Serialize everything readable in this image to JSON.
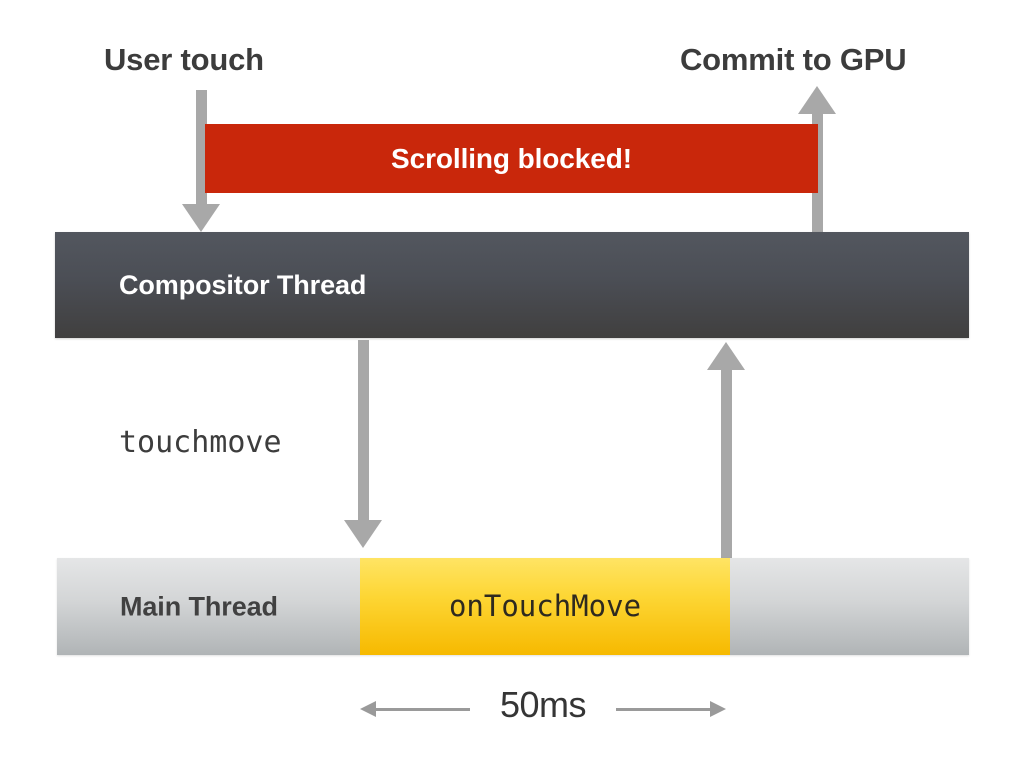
{
  "diagram": {
    "title_labels": {
      "user_touch": "User touch",
      "commit_to_gpu": "Commit to GPU"
    },
    "blocked_bar": {
      "label": "Scrolling blocked!",
      "color": "#c9270b",
      "text_color": "#ffffff"
    },
    "compositor_thread": {
      "label": "Compositor Thread",
      "color_top": "#53575f",
      "color_bottom": "#403f3f",
      "text_color": "#ffffff"
    },
    "event_label": "touchmove",
    "main_thread": {
      "label": "Main Thread",
      "color_top": "#e5e6e7",
      "color_bottom": "#b0b4b6",
      "text_color": "#414141",
      "task": {
        "label": "onTouchMove",
        "color_top": "#ffe464",
        "color_bottom": "#f6b900",
        "text_color": "#2e2a1f"
      }
    },
    "duration": {
      "label": "50ms",
      "value": 50,
      "unit": "ms"
    },
    "arrow_color": "#a8a8a8",
    "measure_color": "#9a9a9a"
  }
}
